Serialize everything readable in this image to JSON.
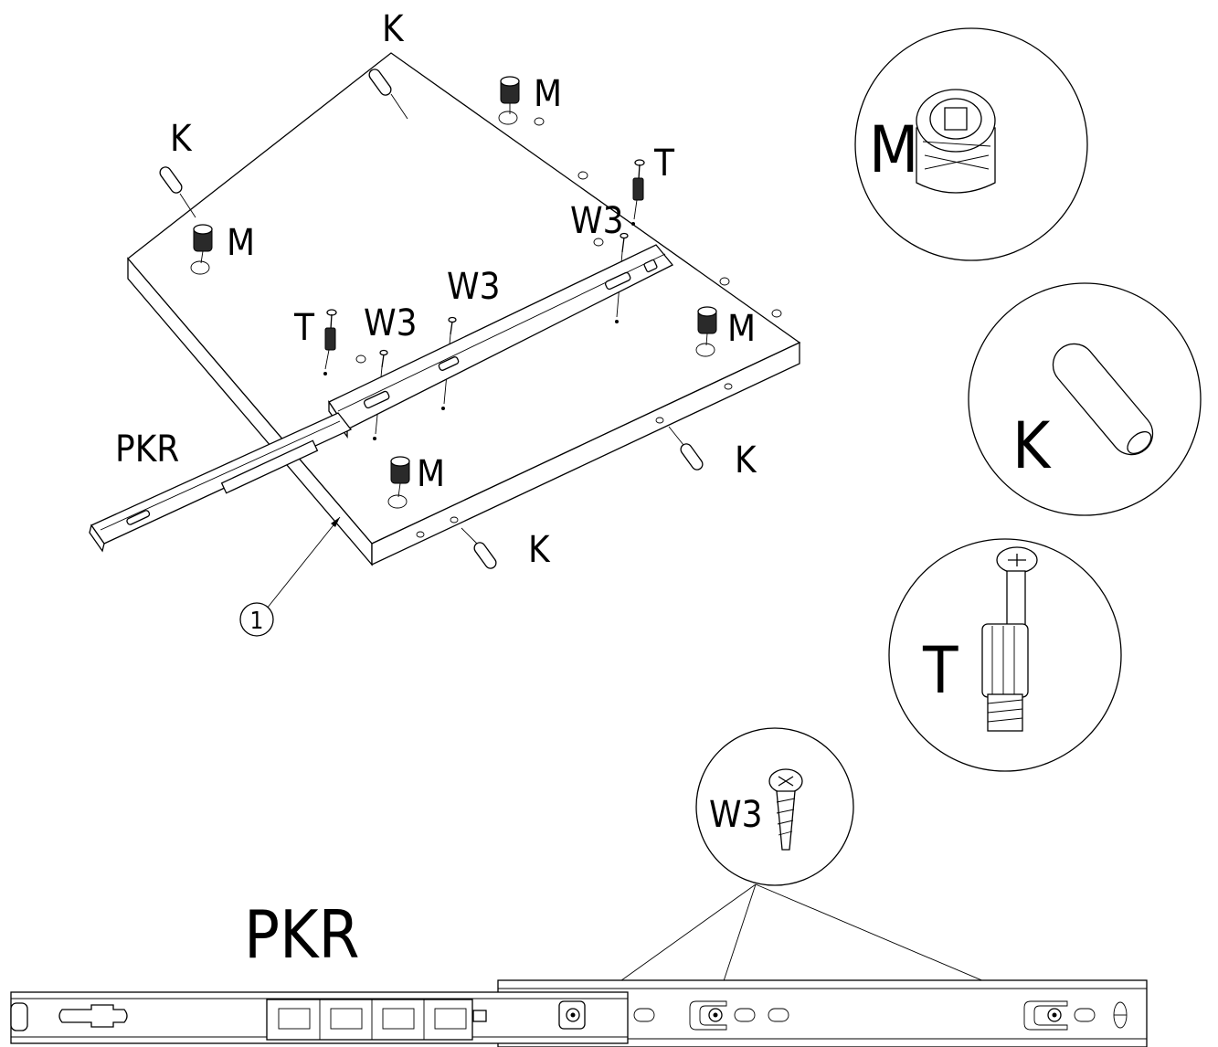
{
  "labels": {
    "k_top": "K",
    "k_left": "K",
    "k_right": "K",
    "k_bottom": "K",
    "m_top": "M",
    "m_left": "M",
    "m_right": "M",
    "m_bottom": "M",
    "t_right": "T",
    "t_left": "T",
    "w3_right": "W3",
    "w3_mid": "W3",
    "w3_left": "W3",
    "pkr_small": "PKR",
    "part_number": "1"
  },
  "details": {
    "m": "M",
    "k": "K",
    "t": "T",
    "w3": "W3"
  },
  "rail_title": "PKR"
}
